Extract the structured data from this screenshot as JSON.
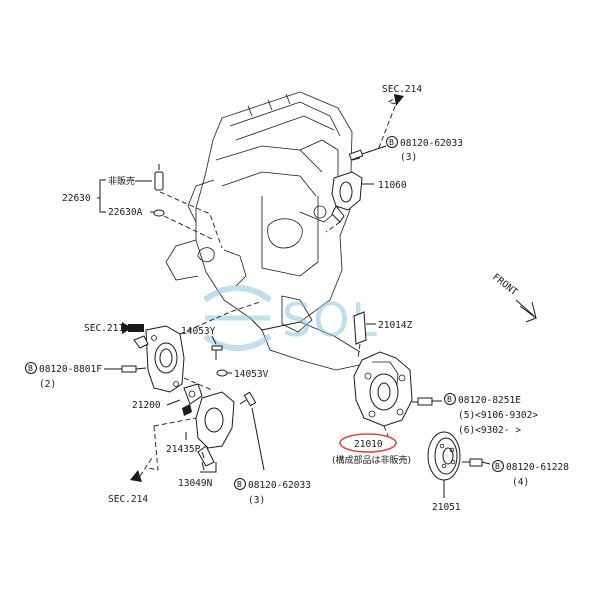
{
  "labels": {
    "sec214_top": "SEC.214",
    "bolt_62033_top": "08120-62033",
    "qty_62033_top": "(3)",
    "part_11060": "11060",
    "part_22630": "22630",
    "not_sold": "非販売",
    "part_22630a": "22630A",
    "sec211": "SEC.211",
    "part_14053y": "14053Y",
    "part_14053v": "14053V",
    "bolt_8801f": "08120-8801F",
    "qty_8801f": "(2)",
    "part_21200": "21200",
    "part_21435p": "21435P",
    "part_13049n": "13049N",
    "sec214_bottom": "SEC.214",
    "bolt_62033_bottom": "08120-62033",
    "qty_62033_bottom": "(3)",
    "part_21014z": "21014Z",
    "bolt_8251e": "08120-8251E",
    "qty_8251e_1": "(5)<9106-9302>",
    "qty_8251e_2": "(6)<9302-     >",
    "part_21010": "21010",
    "component_note": "(構成部品は非販売)",
    "bolt_61228": "08120-61228",
    "qty_61228": "(4)",
    "part_21051": "21051",
    "front": "FRONT",
    "bolt_symbol": "B",
    "watermark": "SOL"
  },
  "colors": {
    "line": "#1a1a1a",
    "highlight_ellipse": "#e8423c",
    "watermark": "#8fc4dd"
  }
}
